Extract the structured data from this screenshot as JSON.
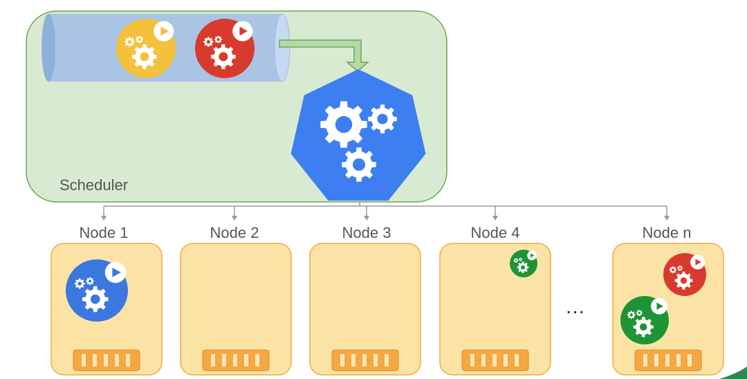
{
  "scheduler": {
    "label": "Scheduler"
  },
  "nodes": [
    {
      "label": "Node 1",
      "pods": [
        "blue"
      ]
    },
    {
      "label": "Node 2",
      "pods": []
    },
    {
      "label": "Node 3",
      "pods": []
    },
    {
      "label": "Node 4",
      "pods": [
        "green"
      ]
    },
    {
      "label": "Node n",
      "pods": [
        "red",
        "green"
      ]
    }
  ],
  "ellipsis": "...",
  "queue_pods": [
    "yellow",
    "red"
  ],
  "colors": {
    "scheduler_fill": "#d9ead3",
    "scheduler_border": "#6aa84f",
    "queue_fill": "#a9c4e4",
    "scheduler_engine": "#3d7ff0",
    "node_fill": "#fbe3a6",
    "node_border": "#f2a93b",
    "cpu_chip": "#f5a742",
    "pod_yellow": "#f4c13c",
    "pod_red": "#d83a2e",
    "pod_blue": "#3a78df",
    "pod_green": "#1f9437",
    "connector": "#9a9a9a"
  },
  "icons": {
    "pod": "pod-gears-play-icon",
    "engine": "scheduler-gears-icon",
    "chip": "cpu-chip-icon",
    "arrow": "bent-arrow-icon"
  }
}
